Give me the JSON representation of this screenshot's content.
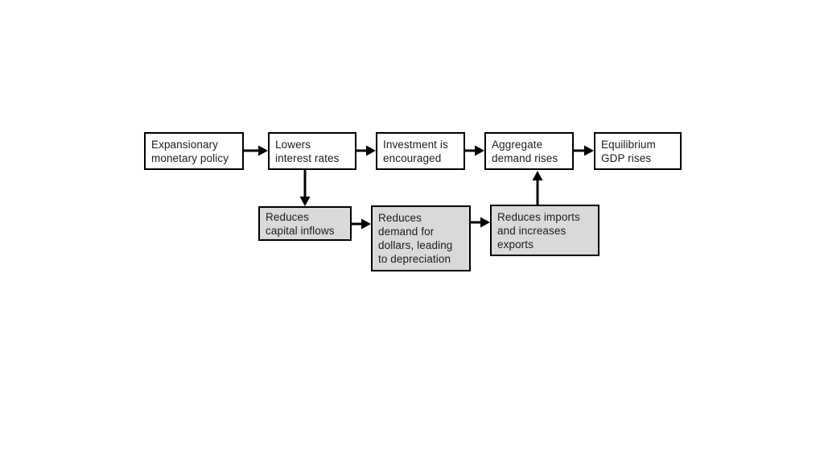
{
  "flowchart": {
    "description": "Expansionary monetary policy flowchart",
    "top_row": [
      {
        "id": "expansionary-monetary-policy",
        "label": "Expansionary\nmonetary policy",
        "shaded": false
      },
      {
        "id": "lowers-interest-rates",
        "label": "Lowers\ninterest rates",
        "shaded": false
      },
      {
        "id": "investment-encouraged",
        "label": "Investment is\nencouraged",
        "shaded": false
      },
      {
        "id": "aggregate-demand-rises",
        "label": "Aggregate\ndemand rises",
        "shaded": false
      },
      {
        "id": "equilibrium-gdp-rises",
        "label": "Equilibrium\nGDP rises",
        "shaded": false
      }
    ],
    "bottom_row": [
      {
        "id": "reduces-capital-inflows",
        "label": "Reduces\ncapital inflows",
        "shaded": true
      },
      {
        "id": "reduces-demand-for-dollars",
        "label": "Reduces\ndemand for\ndollars, leading\nto depreciation",
        "shaded": true
      },
      {
        "id": "reduces-imports-increases-exports",
        "label": "Reduces imports\nand increases\nexports",
        "shaded": true
      }
    ],
    "connections": [
      "expansionary-monetary-policy -> lowers-interest-rates",
      "lowers-interest-rates -> investment-encouraged",
      "investment-encouraged -> aggregate-demand-rises",
      "aggregate-demand-rises -> equilibrium-gdp-rises",
      "lowers-interest-rates -> reduces-capital-inflows",
      "reduces-capital-inflows -> reduces-demand-for-dollars",
      "reduces-demand-for-dollars -> reduces-imports-increases-exports",
      "reduces-imports-increases-exports -> aggregate-demand-rises"
    ],
    "colors": {
      "background": "#ffffff",
      "box_fill": "#ffffff",
      "shaded_box_fill": "#d9d9d9",
      "border": "#000000",
      "arrow": "#000000",
      "text": "#1c1c1c"
    }
  }
}
